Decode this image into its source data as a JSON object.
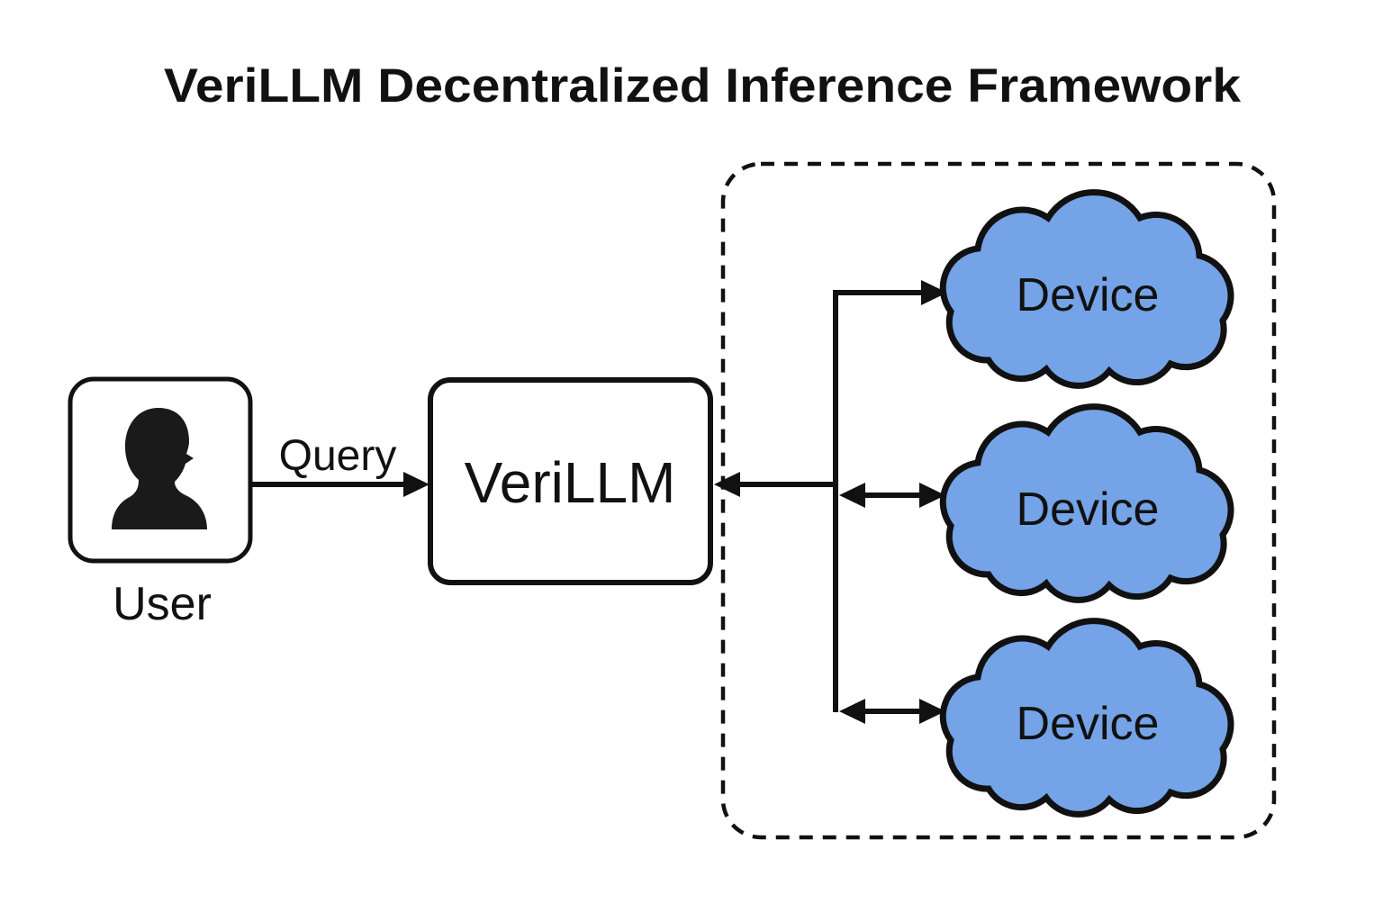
{
  "title": "VeriLLM Decentralized Inference Framework",
  "nodes": {
    "user": {
      "label": "User",
      "icon": "person-silhouette-icon"
    },
    "verillm": {
      "label": "VeriLLM"
    },
    "device_cluster": {
      "boundary_style": "dashed",
      "devices": [
        {
          "label": "Device"
        },
        {
          "label": "Device"
        },
        {
          "label": "Device"
        }
      ]
    }
  },
  "edges": {
    "query": {
      "label": "Query",
      "from": "user",
      "to": "verillm",
      "direction": "one-way"
    },
    "cluster_to_verillm": {
      "direction": "one-way-into-verillm"
    },
    "trunk_to_device_1": {
      "direction": "one-way"
    },
    "trunk_to_device_2": {
      "direction": "two-way"
    },
    "trunk_to_device_3": {
      "direction": "two-way"
    }
  },
  "colors": {
    "cloud_fill": "#74A3E7",
    "line": "#111111",
    "background": "#FFFFFF"
  }
}
